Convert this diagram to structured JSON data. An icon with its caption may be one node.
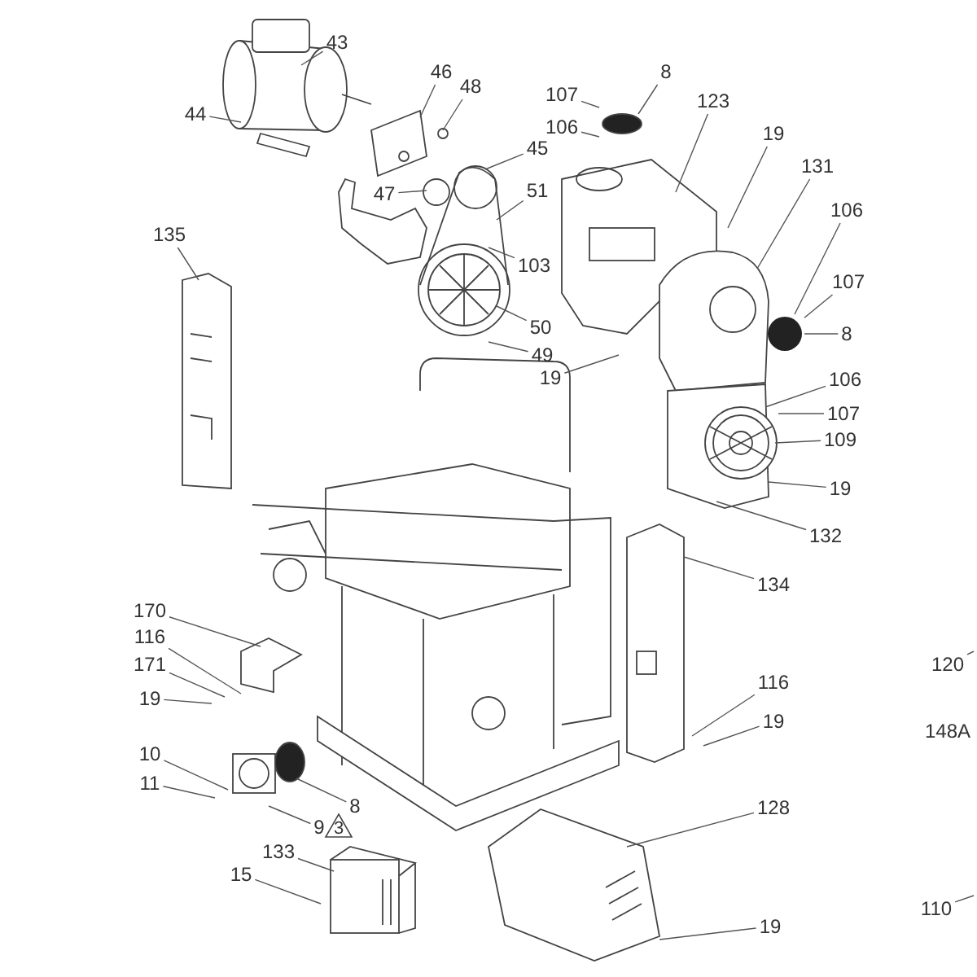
{
  "diagram": {
    "nodes": [
      {
        "text": [
          "43"
        ]
      },
      {
        "text": [
          "46"
        ]
      },
      {
        "text": [
          "48"
        ]
      },
      {
        "text": [
          "44"
        ]
      },
      {
        "text": [
          "107"
        ]
      },
      {
        "text": [
          "8"
        ]
      },
      {
        "text": [
          "106"
        ]
      },
      {
        "text": [
          "123"
        ]
      },
      {
        "text": [
          "19"
        ]
      },
      {
        "text": [
          "45"
        ]
      },
      {
        "text": [
          "47"
        ]
      },
      {
        "text": [
          "51"
        ]
      },
      {
        "text": [
          "131"
        ]
      },
      {
        "text": [
          "135"
        ]
      },
      {
        "text": [
          "103"
        ]
      },
      {
        "text": [
          "106"
        ]
      },
      {
        "text": [
          "107"
        ]
      },
      {
        "text": [
          "50"
        ]
      },
      {
        "text": [
          "8"
        ]
      },
      {
        "text": [
          "49"
        ]
      },
      {
        "text": [
          "19"
        ]
      },
      {
        "text": [
          "106"
        ]
      },
      {
        "text": [
          "107"
        ]
      },
      {
        "text": [
          "109"
        ]
      },
      {
        "text": [
          "19"
        ]
      },
      {
        "text": [
          "132"
        ]
      },
      {
        "text": [
          "134"
        ]
      },
      {
        "text": [
          "170"
        ]
      },
      {
        "text": [
          "116"
        ]
      },
      {
        "text": [
          "171"
        ]
      },
      {
        "text": [
          "19"
        ]
      },
      {
        "text": [
          "120"
        ]
      },
      {
        "text": [
          "116"
        ]
      },
      {
        "text": [
          "19"
        ]
      },
      {
        "text": [
          "10"
        ]
      },
      {
        "text": [
          "11"
        ]
      },
      {
        "text": [
          "8"
        ]
      },
      {
        "text": [
          "9"
        ]
      },
      {
        "text": [
          "3"
        ]
      },
      {
        "text": [
          "128"
        ]
      },
      {
        "text": [
          "133"
        ]
      },
      {
        "text": [
          "15"
        ]
      },
      {
        "text": [
          "19"
        ]
      },
      {
        "text": [
          "110"
        ]
      },
      {
        "text": [],
        "shape": "circle"
      }
    ],
    "edges": [
      {
        "from": 0,
        "to": null,
        "arrow": "none"
      },
      {
        "from": 1,
        "to": null,
        "arrow": "none"
      },
      {
        "from": 2,
        "to": null,
        "arrow": "none"
      },
      {
        "from": 3,
        "to": null,
        "arrow": "none"
      },
      {
        "from": 4,
        "to": null,
        "arrow": "none"
      },
      {
        "from": 5,
        "to": null,
        "arrow": "none"
      },
      {
        "from": 6,
        "to": null,
        "arrow": "none"
      },
      {
        "from": 7,
        "to": null,
        "arrow": "none"
      },
      {
        "from": 8,
        "to": null,
        "arrow": "none"
      },
      {
        "from": 9,
        "to": null,
        "arrow": "none"
      },
      {
        "from": 10,
        "to": null,
        "arrow": "none"
      },
      {
        "from": 11,
        "to": null,
        "arrow": "none"
      },
      {
        "from": 12,
        "to": null,
        "arrow": "none"
      },
      {
        "from": 13,
        "to": null,
        "arrow": "none"
      },
      {
        "from": 14,
        "to": null,
        "arrow": "none"
      },
      {
        "from": 15,
        "to": 44,
        "arrow": "none"
      },
      {
        "from": 16,
        "to": 44,
        "arrow": "none"
      },
      {
        "from": 17,
        "to": null,
        "arrow": "none"
      },
      {
        "from": 18,
        "to": 44,
        "arrow": "none"
      },
      {
        "from": 19,
        "to": null,
        "arrow": "none"
      },
      {
        "from": 20,
        "to": null,
        "arrow": "none"
      },
      {
        "from": 21,
        "to": null,
        "arrow": "none"
      },
      {
        "from": 22,
        "to": null,
        "arrow": "none"
      },
      {
        "from": 23,
        "to": null,
        "arrow": "none"
      },
      {
        "from": 24,
        "to": null,
        "arrow": "none"
      },
      {
        "from": 25,
        "to": null,
        "arrow": "none"
      },
      {
        "from": 26,
        "to": null,
        "arrow": "none"
      },
      {
        "from": 27,
        "to": null,
        "arrow": "none"
      },
      {
        "from": 28,
        "to": null,
        "arrow": "none"
      },
      {
        "from": 29,
        "to": null,
        "arrow": "none"
      },
      {
        "from": 30,
        "to": null,
        "arrow": "none"
      },
      {
        "from": 31,
        "to": null,
        "arrow": "none"
      },
      {
        "from": 32,
        "to": null,
        "arrow": "none"
      },
      {
        "from": 33,
        "to": null,
        "arrow": "none"
      },
      {
        "from": 34,
        "to": null,
        "arrow": "none"
      },
      {
        "from": 35,
        "to": null,
        "arrow": "none"
      },
      {
        "from": 36,
        "to": null,
        "arrow": "none"
      },
      {
        "from": 37,
        "to": null,
        "arrow": "none"
      },
      {
        "from": 39,
        "to": null,
        "arrow": "none"
      },
      {
        "from": 40,
        "to": null,
        "arrow": "none"
      },
      {
        "from": 41,
        "to": null,
        "arrow": "none"
      },
      {
        "from": 42,
        "to": null,
        "arrow": "none"
      },
      {
        "from": 43,
        "to": null,
        "arrow": "none"
      }
    ],
    "labels": [
      "148A"
    ]
  }
}
